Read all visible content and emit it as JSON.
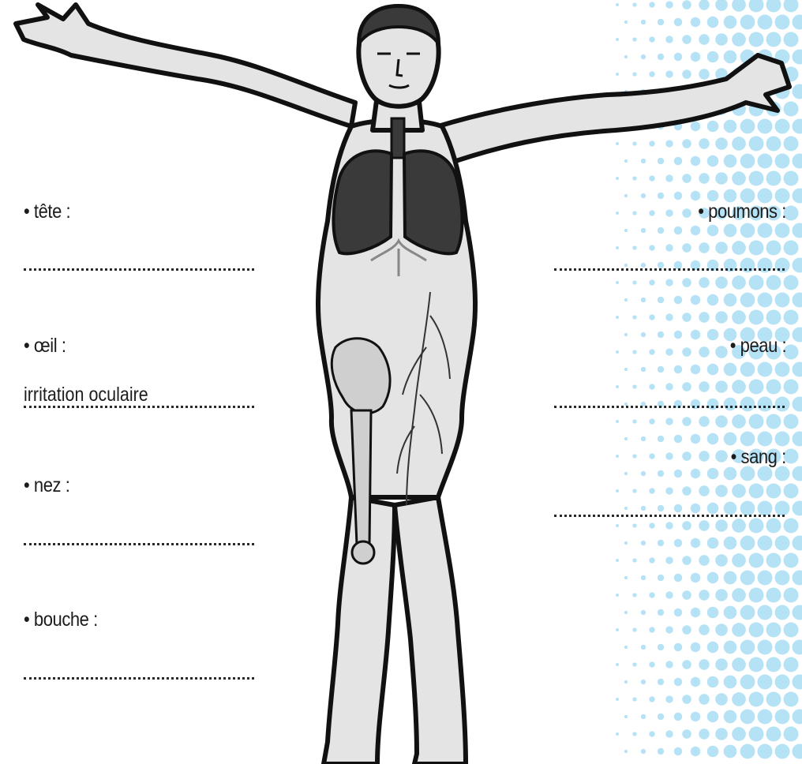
{
  "left_fields": [
    {
      "label": "• tête :",
      "answer": ""
    },
    {
      "label": "• œil :",
      "answer": "irritation oculaire"
    },
    {
      "label": "• nez :",
      "answer": ""
    },
    {
      "label": "• bouche :",
      "answer": ""
    }
  ],
  "right_fields": [
    {
      "label": "• poumons :",
      "answer": ""
    },
    {
      "label": "• peau :",
      "answer": ""
    },
    {
      "label": "• sang :",
      "answer": ""
    }
  ],
  "colors": {
    "dot_pattern": "#b6e2f6",
    "figure_fill": "#e4e4e4",
    "figure_outline": "#111111",
    "organ_dark": "#3a3a3a"
  },
  "illustration": "human-body-organs"
}
